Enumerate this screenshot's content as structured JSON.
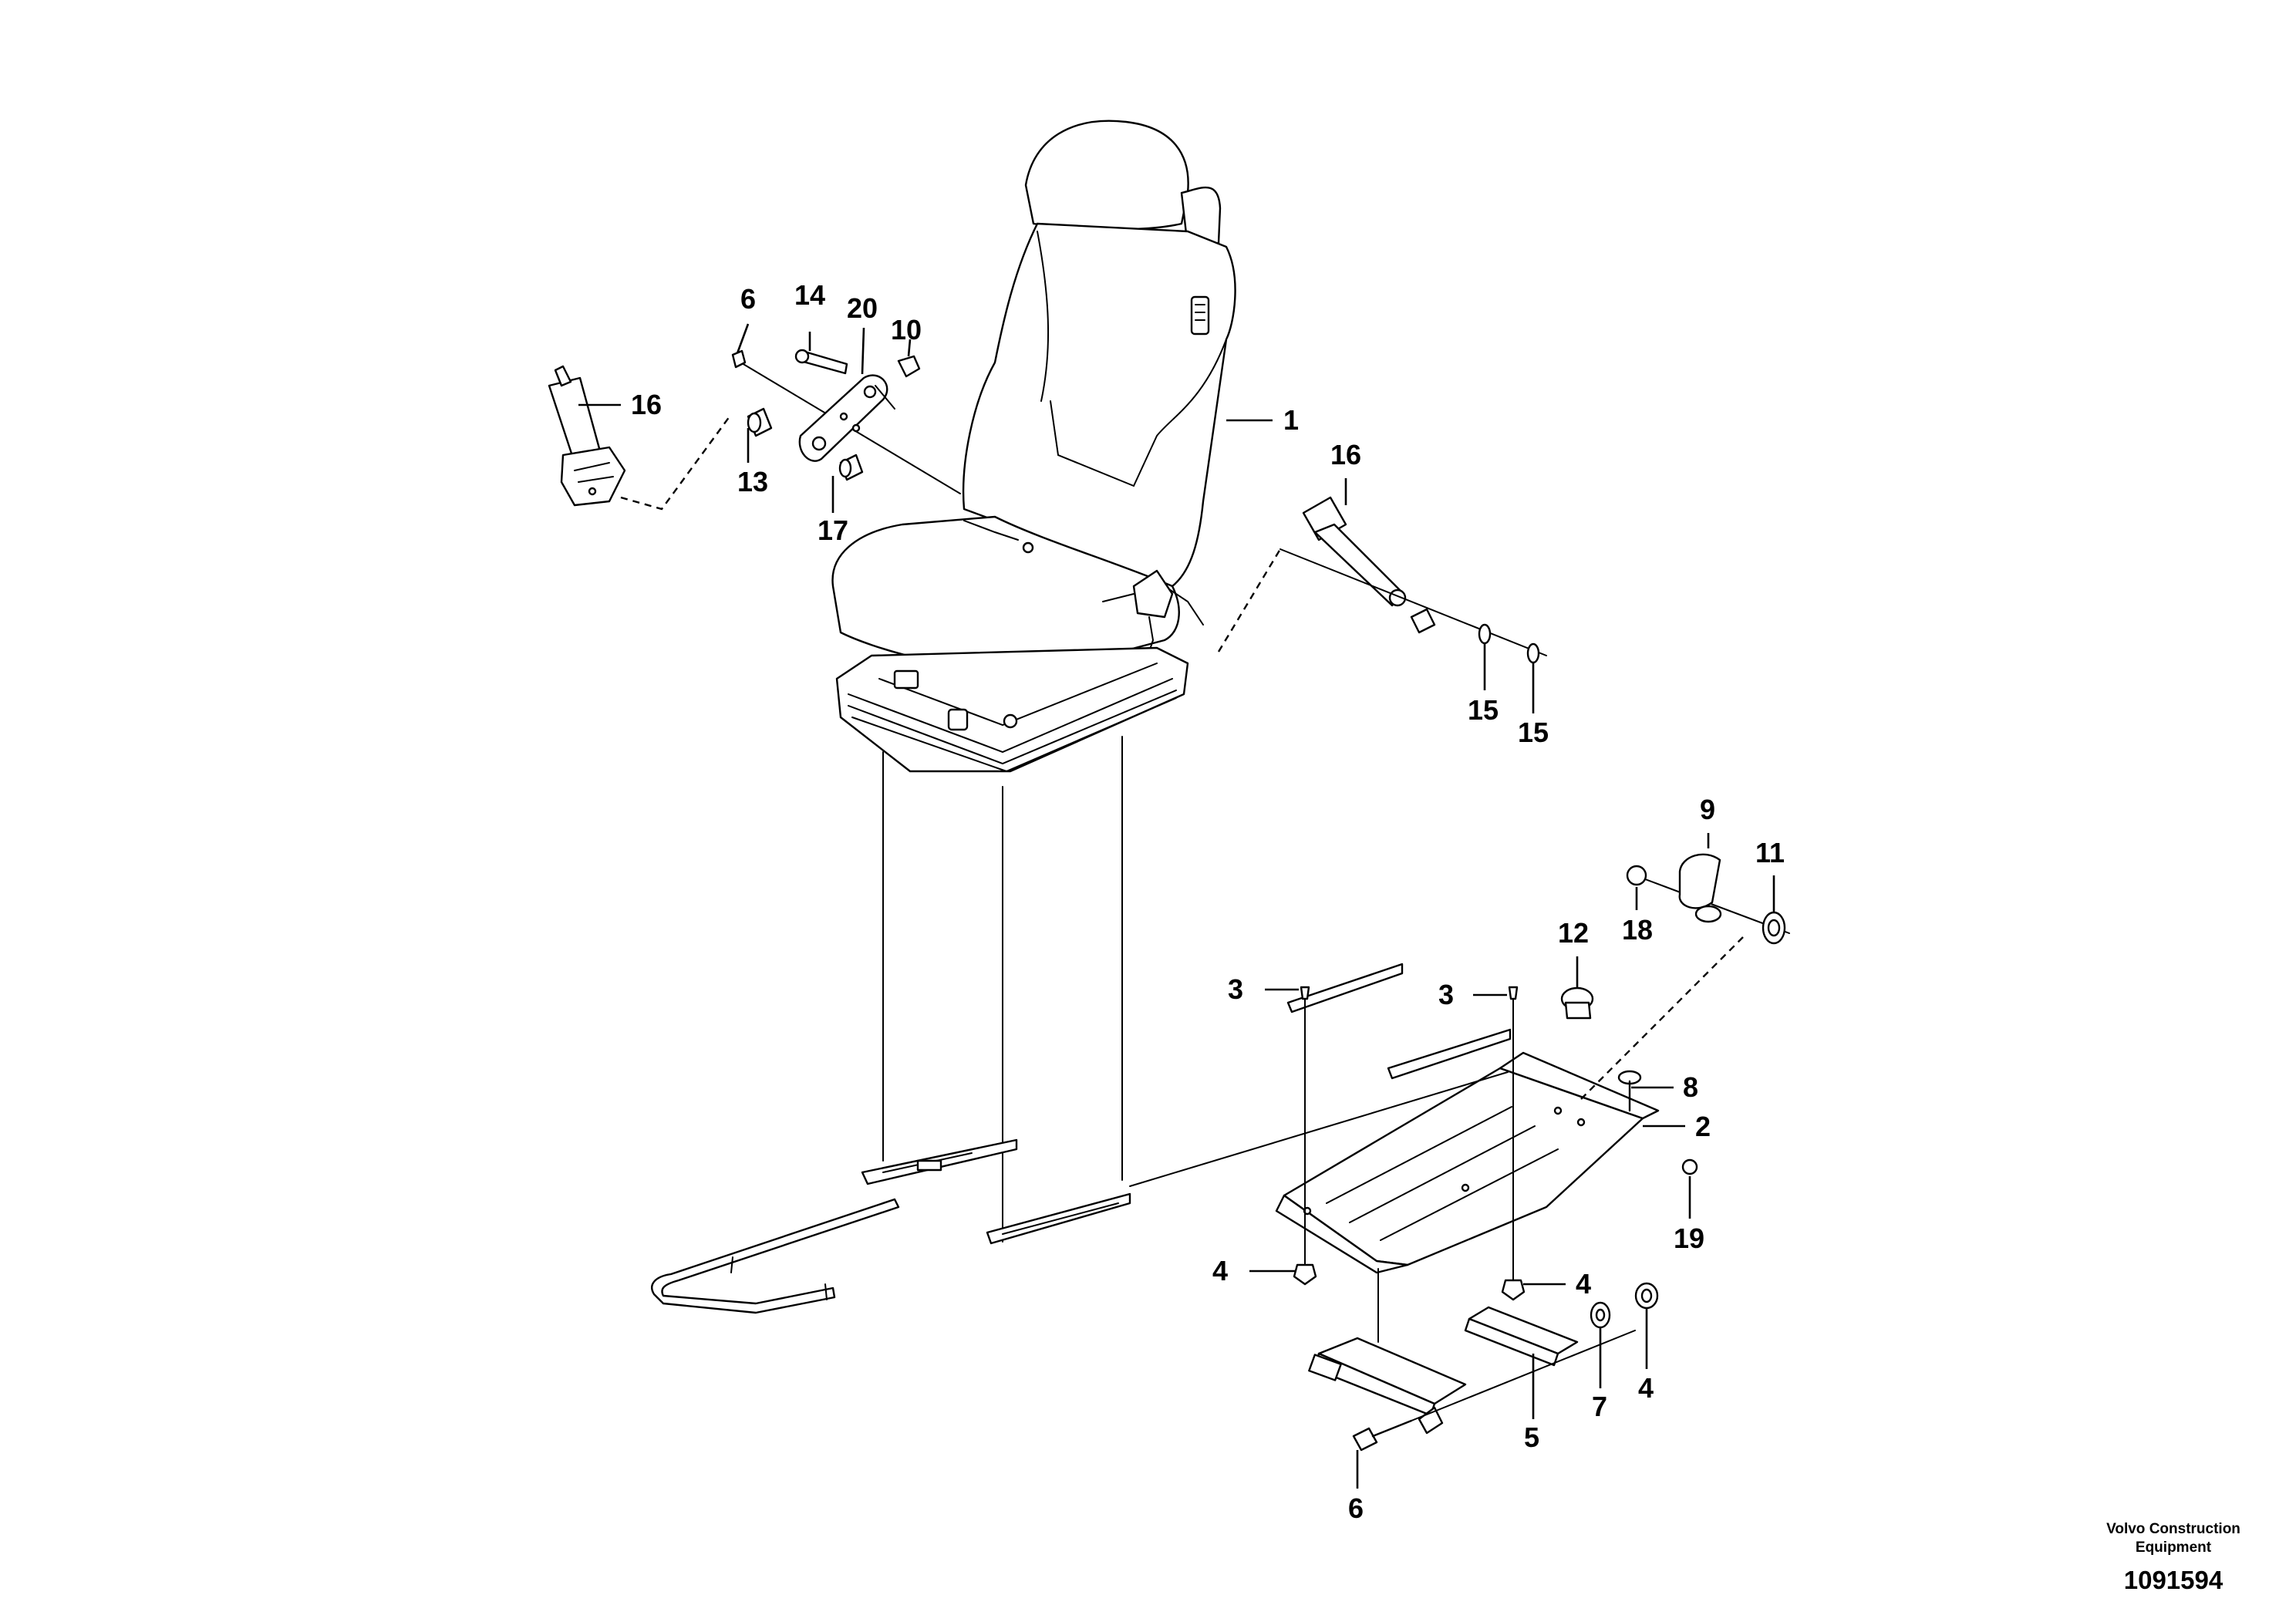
{
  "callouts": {
    "c1": "1",
    "c2": "2",
    "c3a": "3",
    "c3b": "3",
    "c4a": "4",
    "c4b": "4",
    "c4c": "4",
    "c5": "5",
    "c6a": "6",
    "c6b": "6",
    "c7": "7",
    "c8": "8",
    "c9": "9",
    "c10": "10",
    "c11": "11",
    "c12": "12",
    "c13": "13",
    "c14": "14",
    "c15a": "15",
    "c15b": "15",
    "c16a": "16",
    "c16b": "16",
    "c17": "17",
    "c18": "18",
    "c19": "19",
    "c20": "20"
  },
  "footer": {
    "credit_line1": "Volvo Construction",
    "credit_line2": "Equipment",
    "document_number": "1091594"
  }
}
